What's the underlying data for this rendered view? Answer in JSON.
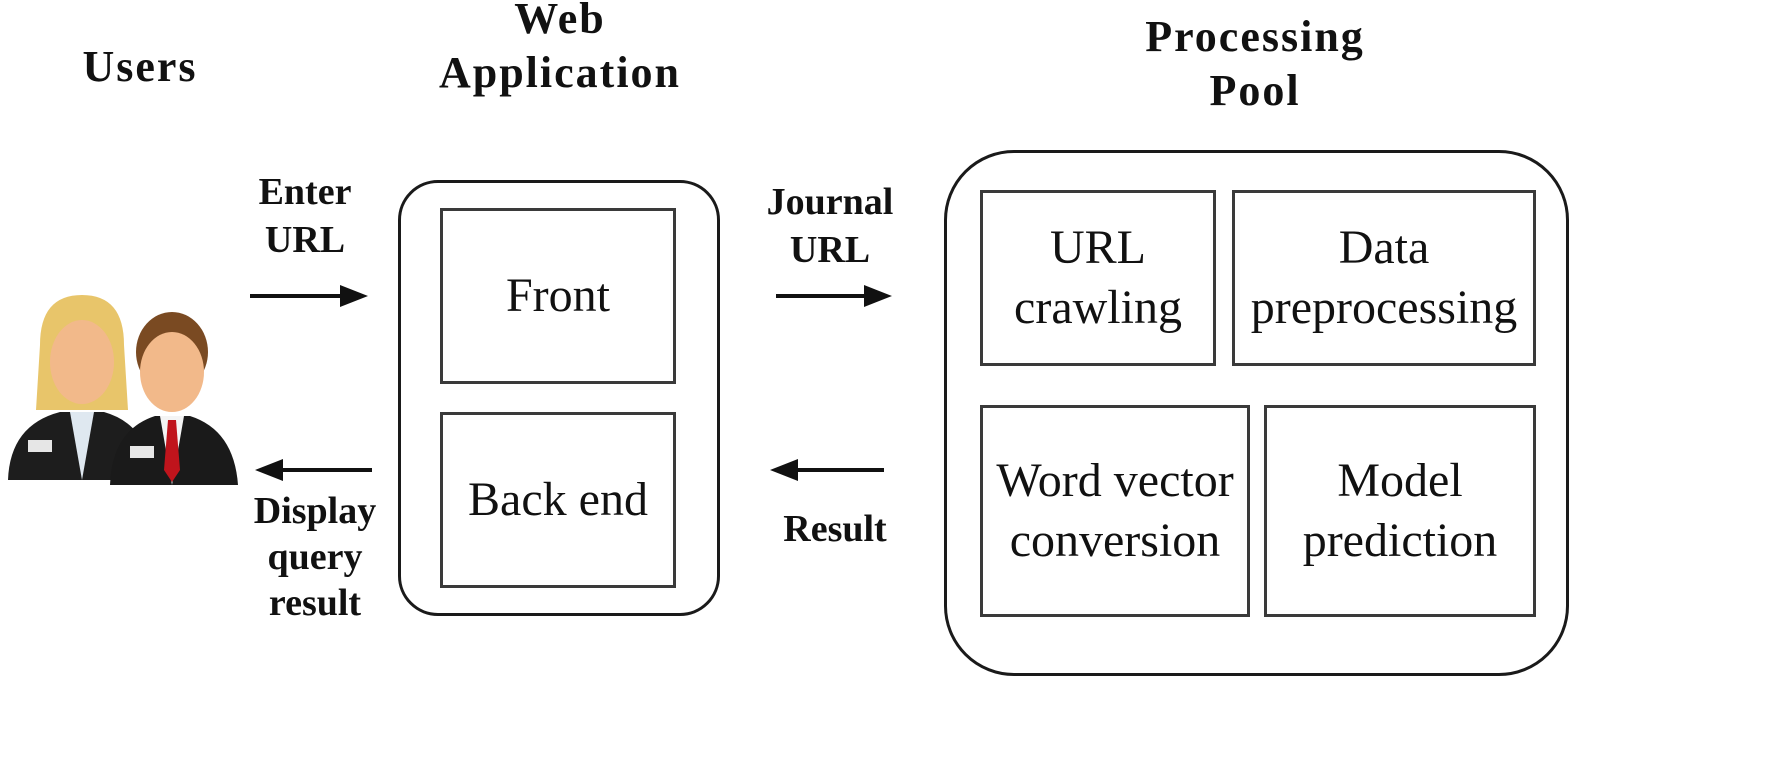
{
  "headings": {
    "users": "Users",
    "web_application": "Web\nApplication",
    "processing_pool": "Processing\nPool"
  },
  "arrows": {
    "enter_url": "Enter\nURL",
    "journal_url": "Journal\nURL",
    "display_query_result": "Display\nquery\nresult",
    "result": "Result"
  },
  "web_app_boxes": {
    "front": "Front",
    "back_end": "Back end"
  },
  "pool_boxes": {
    "url_crawling": "URL\ncrawling",
    "data_preprocessing": "Data\npreprocessing",
    "word_vector_conversion": "Word vector\nconversion",
    "model_prediction": "Model\nprediction"
  },
  "icons": {
    "users": "users-icon"
  }
}
